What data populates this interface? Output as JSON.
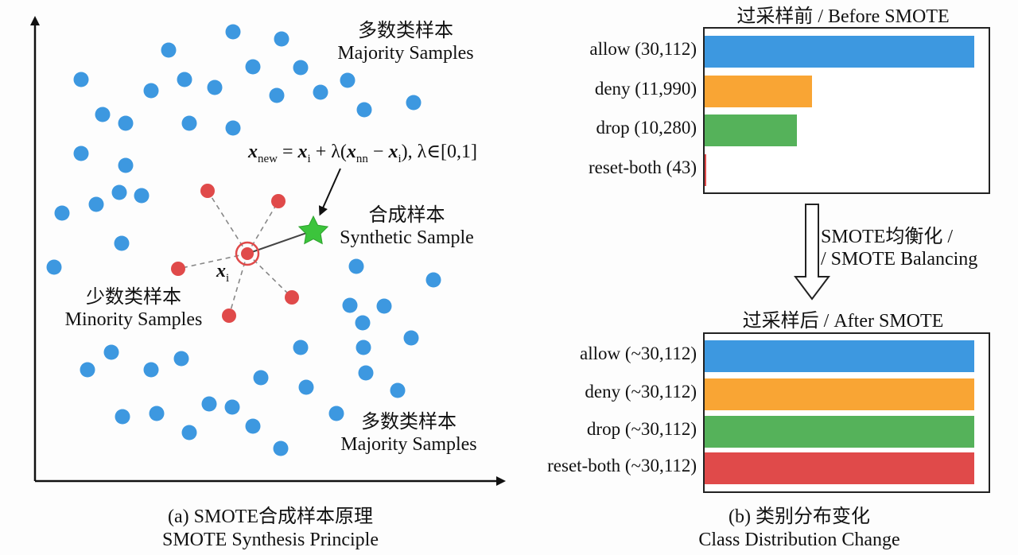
{
  "panel_a": {
    "majority_top": {
      "zh": "多数类样本",
      "en": "Majority Samples"
    },
    "majority_bottom": {
      "zh": "多数类样本",
      "en": "Majority Samples"
    },
    "minority": {
      "zh": "少数类样本",
      "en": "Minority Samples"
    },
    "synthetic": {
      "zh": "合成样本",
      "en": "Synthetic Sample"
    },
    "xi_label": "x",
    "xi_sub": "i",
    "formula": {
      "x": "x",
      "new": "new",
      "eq": " = ",
      "xi": "x",
      "i": "i",
      "plus": " + λ(",
      "xnn": "x",
      "nn": "nn",
      "minus": " − ",
      "xi2": "x",
      "i2": "i",
      "tail": "), λ∈[0,1]"
    },
    "caption": {
      "zh": "(a) SMOTE合成样本原理",
      "en": "SMOTE Synthesis Principle"
    },
    "colors": {
      "majority": "#3d98e0",
      "minority": "#e04a4a",
      "synthetic": "#3cc43c"
    }
  },
  "panel_b": {
    "before_title": "过采样前 / Before SMOTE",
    "after_title": "过采样后 / After SMOTE",
    "arrow_label": {
      "zh": "SMOTE均衡化 /",
      "en": "/ SMOTE Balancing"
    },
    "caption": {
      "zh": "(b) 类别分布变化",
      "en": "Class Distribution Change"
    },
    "chart_data": [
      {
        "type": "bar",
        "title": "过采样前 / Before SMOTE",
        "categories": [
          "allow (30,112)",
          "deny (11,990)",
          "drop (10,280)",
          "reset-both (43)"
        ],
        "values": [
          30112,
          11990,
          10280,
          43
        ],
        "colors": [
          "#3d98e0",
          "#f9a534",
          "#55b25a",
          "#e04a4a"
        ],
        "xlim": [
          0,
          30112
        ]
      },
      {
        "type": "bar",
        "title": "过采样后 / After SMOTE",
        "categories": [
          "allow (~30,112)",
          "deny (~30,112)",
          "drop (~30,112)",
          "reset-both (~30,112)"
        ],
        "values": [
          30112,
          30112,
          30112,
          30112
        ],
        "colors": [
          "#3d98e0",
          "#f9a534",
          "#55b25a",
          "#e04a4a"
        ],
        "xlim": [
          0,
          30112
        ]
      }
    ]
  }
}
